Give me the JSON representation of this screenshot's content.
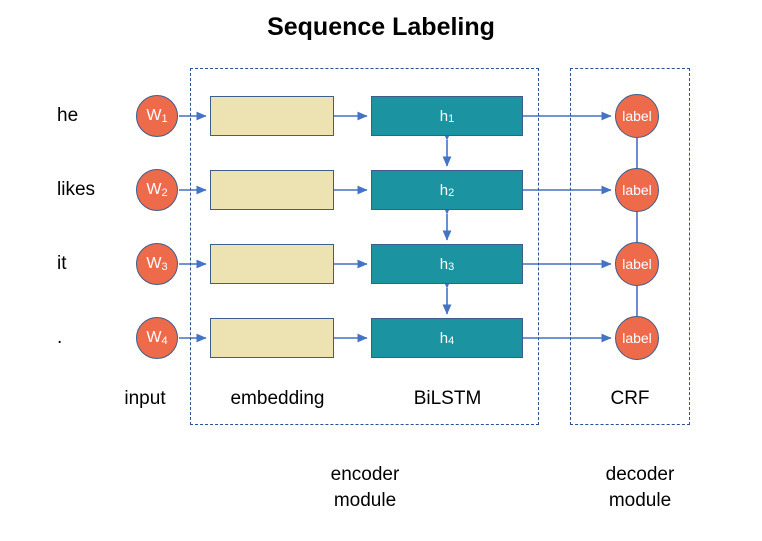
{
  "title": "Sequence Labeling",
  "colors": {
    "node_fill": "#ED6A4A",
    "node_stroke": "#3f5d8a",
    "embedding_fill": "#EDE3B2",
    "lstm_fill": "#1C93A0",
    "arrow": "#4472C4",
    "dashed_frame": "#2f4f8f",
    "text": "#000000"
  },
  "rows": [
    {
      "word": "he",
      "token": "W",
      "token_index": "1",
      "hidden": "h",
      "hidden_index": "1",
      "label": "label"
    },
    {
      "word": "likes",
      "token": "W",
      "token_index": "2",
      "hidden": "h",
      "hidden_index": "2",
      "label": "label"
    },
    {
      "word": "it",
      "token": "W",
      "token_index": "3",
      "hidden": "h",
      "hidden_index": "3",
      "label": "label"
    },
    {
      "word": ".",
      "token": "W",
      "token_index": "4",
      "hidden": "h",
      "hidden_index": "4",
      "label": "label"
    }
  ],
  "column_captions": {
    "input": "input",
    "embedding": "embedding",
    "bilstm": "BiLSTM",
    "crf": "CRF"
  },
  "module_captions": {
    "encoder": "encoder\nmodule",
    "decoder": "decoder\nmodule"
  }
}
